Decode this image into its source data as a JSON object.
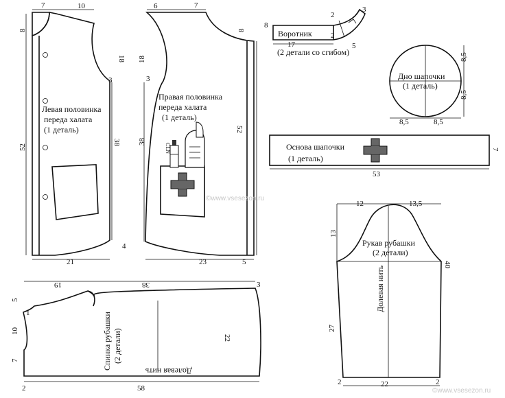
{
  "watermark": "©www.vsesezon.ru",
  "pieces": {
    "left_front": {
      "label": [
        "Левая половинка",
        "переда халата",
        "(1 деталь)"
      ],
      "dims": {
        "d7": "7",
        "d10": "10",
        "d8": "8",
        "d18": "18",
        "d3": "3",
        "d52": "52",
        "d38": "38",
        "d4": "4",
        "d21": "21"
      }
    },
    "right_front": {
      "label": [
        "Правая половинка",
        "переда халата",
        "(1 деталь)"
      ],
      "dims": {
        "d6": "6",
        "d7": "7",
        "d8": "8",
        "d18": "18",
        "d3": "3",
        "d52": "52",
        "d38": "38",
        "d23": "23",
        "d5": "5"
      }
    },
    "collar": {
      "label": "Воротник",
      "sublabel": "(2 детали со сгибом)",
      "dims": {
        "d8": "8",
        "d2a": "2",
        "d3": "3",
        "d2b": "2",
        "d17": "17",
        "d5": "5"
      }
    },
    "cap_bottom": {
      "label": [
        "Дно шапочки",
        "(1 деталь)"
      ],
      "dims": {
        "r1": "8,5",
        "r2": "8,5",
        "r3": "8,5",
        "r4": "8,5"
      }
    },
    "cap_band": {
      "label": [
        "Основа шапочки",
        "(1 деталь)"
      ],
      "dims": {
        "d53": "53",
        "d7": "7"
      }
    },
    "sleeve": {
      "label": [
        "Рукав рубашки",
        "(2 детали)"
      ],
      "grain": "Долевая нить",
      "dims": {
        "d12": "12",
        "d13_5": "13,5",
        "d13": "13",
        "d40": "40",
        "d27": "27",
        "d2a": "2",
        "d22": "22",
        "d2b": "2"
      }
    },
    "back": {
      "label": [
        "Спинка рубашки",
        "(2 детали)"
      ],
      "grain": "Долевая нить",
      "dims": {
        "d19": "19",
        "d38": "38",
        "d3": "3",
        "d5": "5",
        "d1": "1",
        "d10": "10",
        "d7": "7",
        "d22": "22",
        "d2": "2",
        "d58": "58"
      }
    }
  }
}
